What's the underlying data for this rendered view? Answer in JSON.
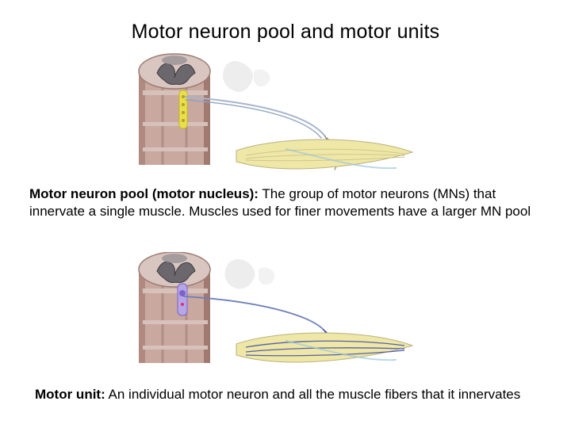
{
  "slide": {
    "title": "Motor neuron pool and motor units"
  },
  "pool_caption": {
    "term": "Motor neuron pool (motor nucleus):",
    "text": " The group of motor neurons (MNs) that innervate a single muscle.  Muscles used for finer movements have a larger MN pool"
  },
  "unit_caption": {
    "term": "Motor unit:",
    "text": " An individual motor neuron and all the muscle fibers that it innervates"
  },
  "colors": {
    "cord_body": "#c9a89f",
    "gray_matter": "#5c5a5f",
    "muscle": "#efe7a6",
    "pool_highlight": "#e8e04a",
    "unit_highlight": "#7b63c9"
  }
}
